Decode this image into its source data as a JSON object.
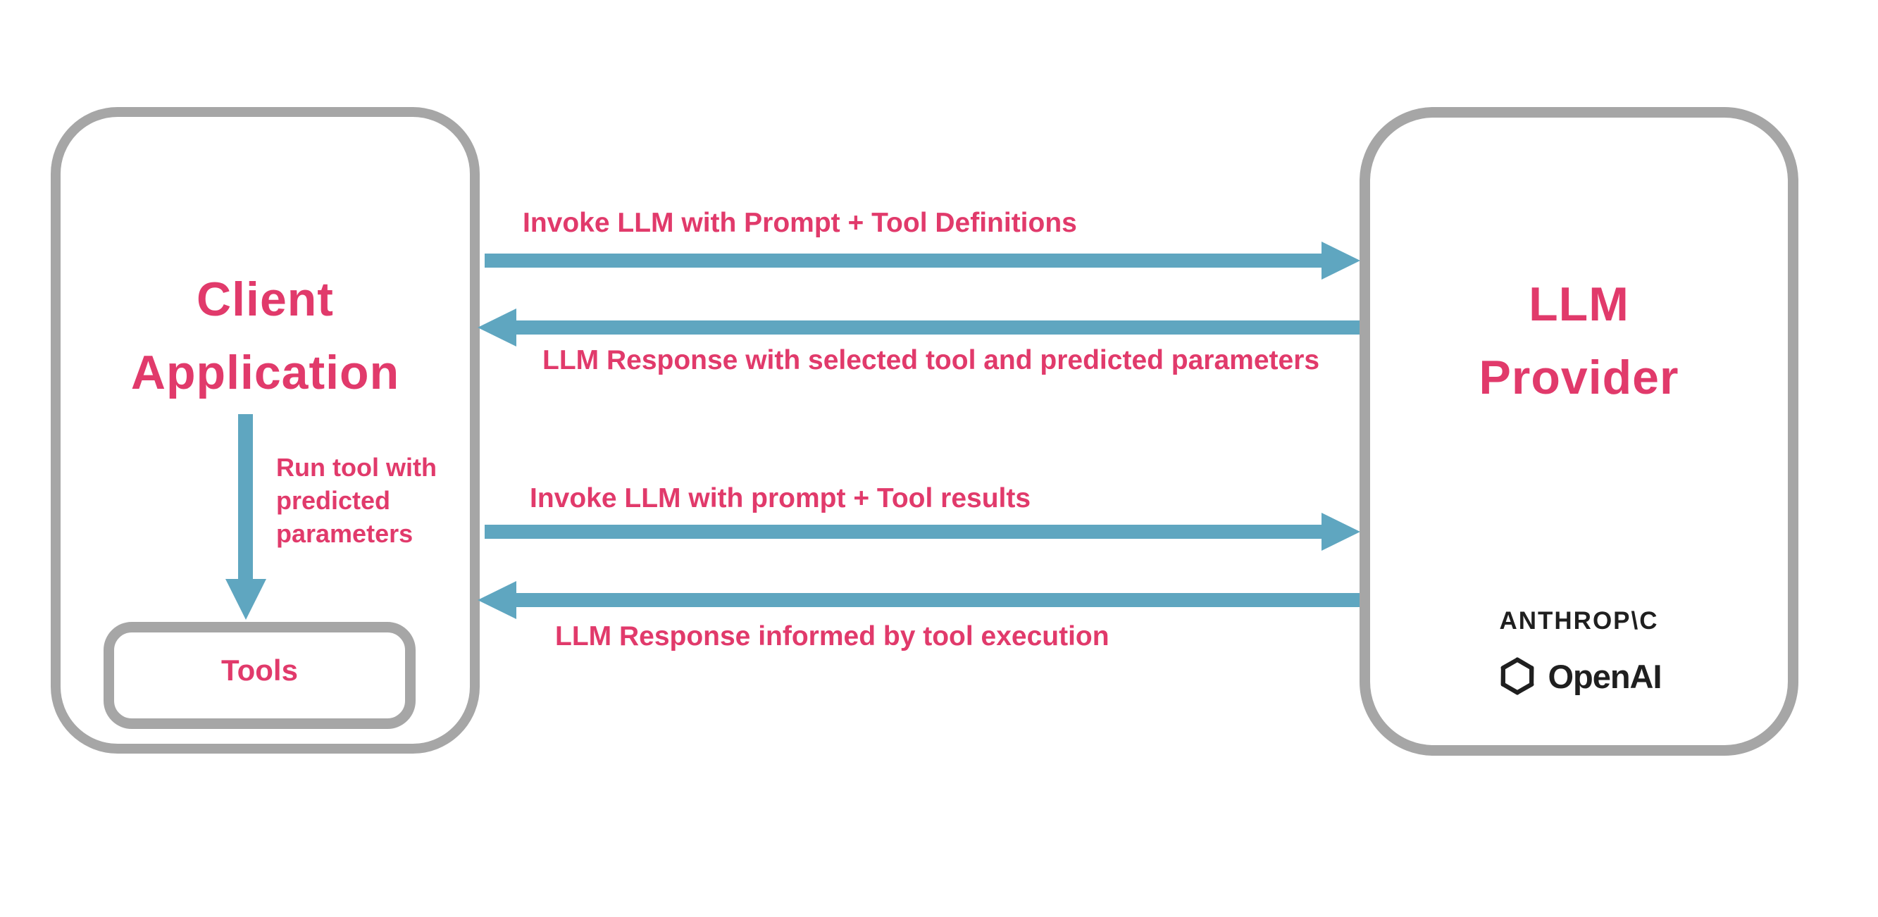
{
  "diagram": {
    "client_box": {
      "title_line1": "Client",
      "title_line2": "Application"
    },
    "run_tool_annotation": {
      "line1": "Run tool with",
      "line2": "predicted",
      "line3": "parameters"
    },
    "tools_box": {
      "label": "Tools"
    },
    "llm_box": {
      "title_line1": "LLM",
      "title_line2": "Provider"
    },
    "providers": {
      "anthropic_wordmark": "ANTHROP\\C",
      "openai_wordmark": "OpenAI",
      "openai_icon": "openai-logo-icon"
    },
    "messages": [
      {
        "label": "Invoke LLM with Prompt + Tool Definitions",
        "direction": "right",
        "from": "Client Application",
        "to": "LLM Provider"
      },
      {
        "label": "LLM Response with selected tool and predicted parameters",
        "direction": "left",
        "from": "LLM Provider",
        "to": "Client Application"
      },
      {
        "label": "Invoke LLM with prompt + Tool results",
        "direction": "right",
        "from": "Client Application",
        "to": "LLM Provider"
      },
      {
        "label": "LLM Response informed by tool execution",
        "direction": "left",
        "from": "LLM Provider",
        "to": "Client Application"
      }
    ],
    "colors": {
      "accent_pink": "#e13a6b",
      "arrow_blue": "#5fa6c0",
      "border_gray": "#a6a6a6",
      "logo_black": "#1f1f1f",
      "background": "#ffffff"
    }
  }
}
